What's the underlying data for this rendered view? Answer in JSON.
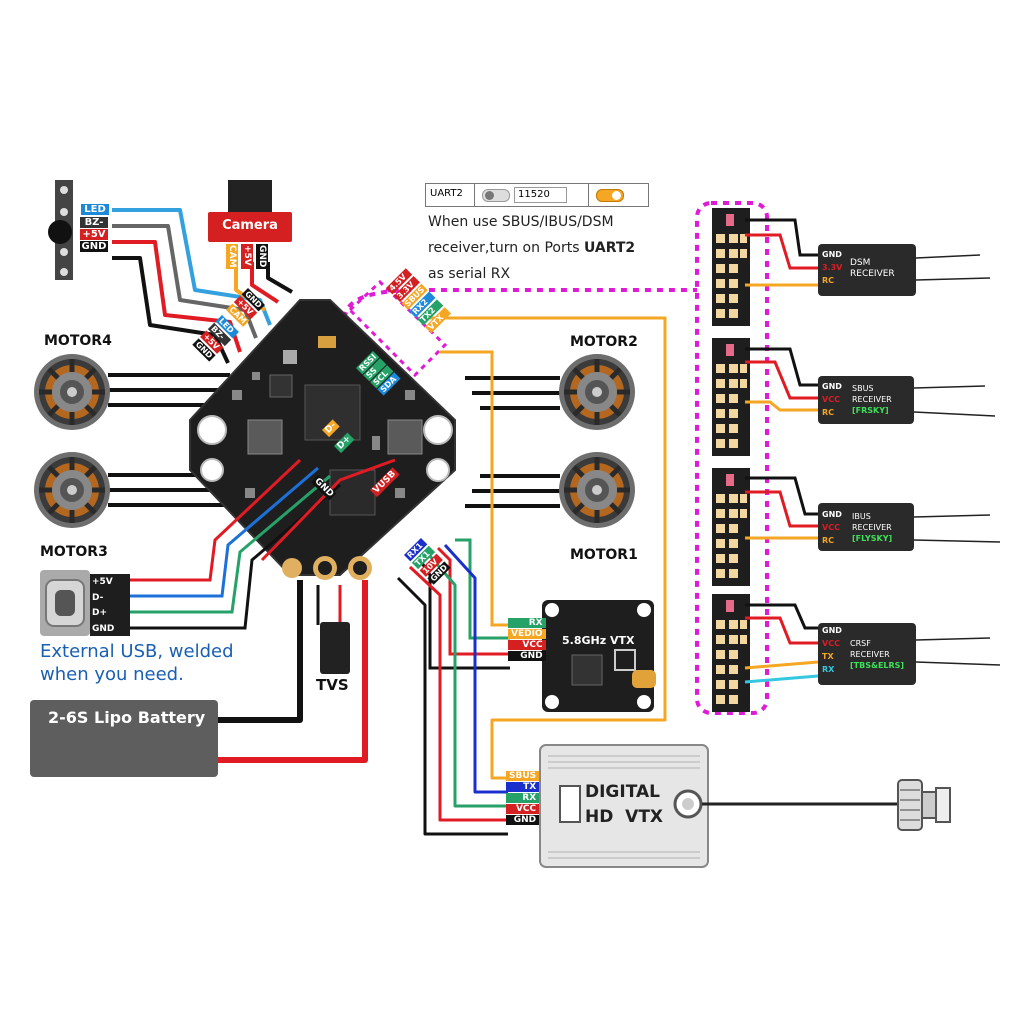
{
  "uart_panel": {
    "port": "UART2",
    "baud": "11520"
  },
  "note": {
    "line1": "When use SBUS/IBUS/DSM",
    "line2_prefix": "receiver,turn on Ports ",
    "line2_bold": "UART2",
    "line3": "as serial RX"
  },
  "camera": {
    "title": "Camera",
    "pins": [
      "CAM",
      "+5V",
      "GND"
    ],
    "board_pins": [
      "GND",
      "+5V",
      "CAM"
    ]
  },
  "buzzer": {
    "pins": [
      "LED",
      "BZ-",
      "+5V",
      "GND"
    ],
    "board_pins": [
      "LED",
      "BZ-",
      "+5V",
      "GND"
    ]
  },
  "motors": {
    "m1": "MOTOR1",
    "m2": "MOTOR2",
    "m3": "MOTOR3",
    "m4": "MOTOR4"
  },
  "top_pads": [
    "4.5V",
    "3.3V",
    "SBUS",
    "RX2",
    "TX2",
    "VTX"
  ],
  "i2c_pads": [
    "RSSI",
    "SS",
    "SCL",
    "SDA"
  ],
  "center_pads": {
    "dminus": "D-",
    "dplus": "D+",
    "gnd": "GND",
    "vusb": "VUSB"
  },
  "bottom_pads": [
    "RX1",
    "TX1",
    "10V",
    "GND"
  ],
  "usb": {
    "pins": [
      "+5V",
      "D-",
      "D+",
      "GND"
    ],
    "note_line1": "External USB, welded",
    "note_line2": "when you need."
  },
  "tvs": "TVS",
  "battery": "2-6S Lipo Battery",
  "analog_vtx": {
    "title": "5.8GHz VTX",
    "pins": [
      "RX",
      "VEDIO",
      "VCC",
      "GND"
    ]
  },
  "digital_vtx": {
    "line1": "DIGITAL",
    "line2": "HD  VTX",
    "pins": [
      "SBUS",
      "TX",
      "RX",
      "VCC",
      "GND"
    ]
  },
  "receivers": [
    {
      "name": "DSM",
      "type": "RECEIVER",
      "brand": "",
      "pins": [
        "GND",
        "3.3V",
        "RC"
      ]
    },
    {
      "name": "SBUS",
      "type": "RECEIVER",
      "brand": "[FRSKY]",
      "pins": [
        "GND",
        "VCC",
        "RC"
      ]
    },
    {
      "name": "IBUS",
      "type": "RECEIVER",
      "brand": "[FLYSKY]",
      "pins": [
        "GND",
        "VCC",
        "RC"
      ]
    },
    {
      "name": "CRSF",
      "type": "RECEIVER",
      "brand": "[TBS&ELRS]",
      "pins": [
        "GND",
        "VCC",
        "TX",
        "RX"
      ]
    }
  ],
  "colors": {
    "red": "#e01b24",
    "black": "#111111",
    "blue": "#1c71d8",
    "green": "#26a269",
    "orange": "#f5a623",
    "cyan": "#33c7e0",
    "magenta": "#e01bd6",
    "navy": "#1a2fcc"
  }
}
